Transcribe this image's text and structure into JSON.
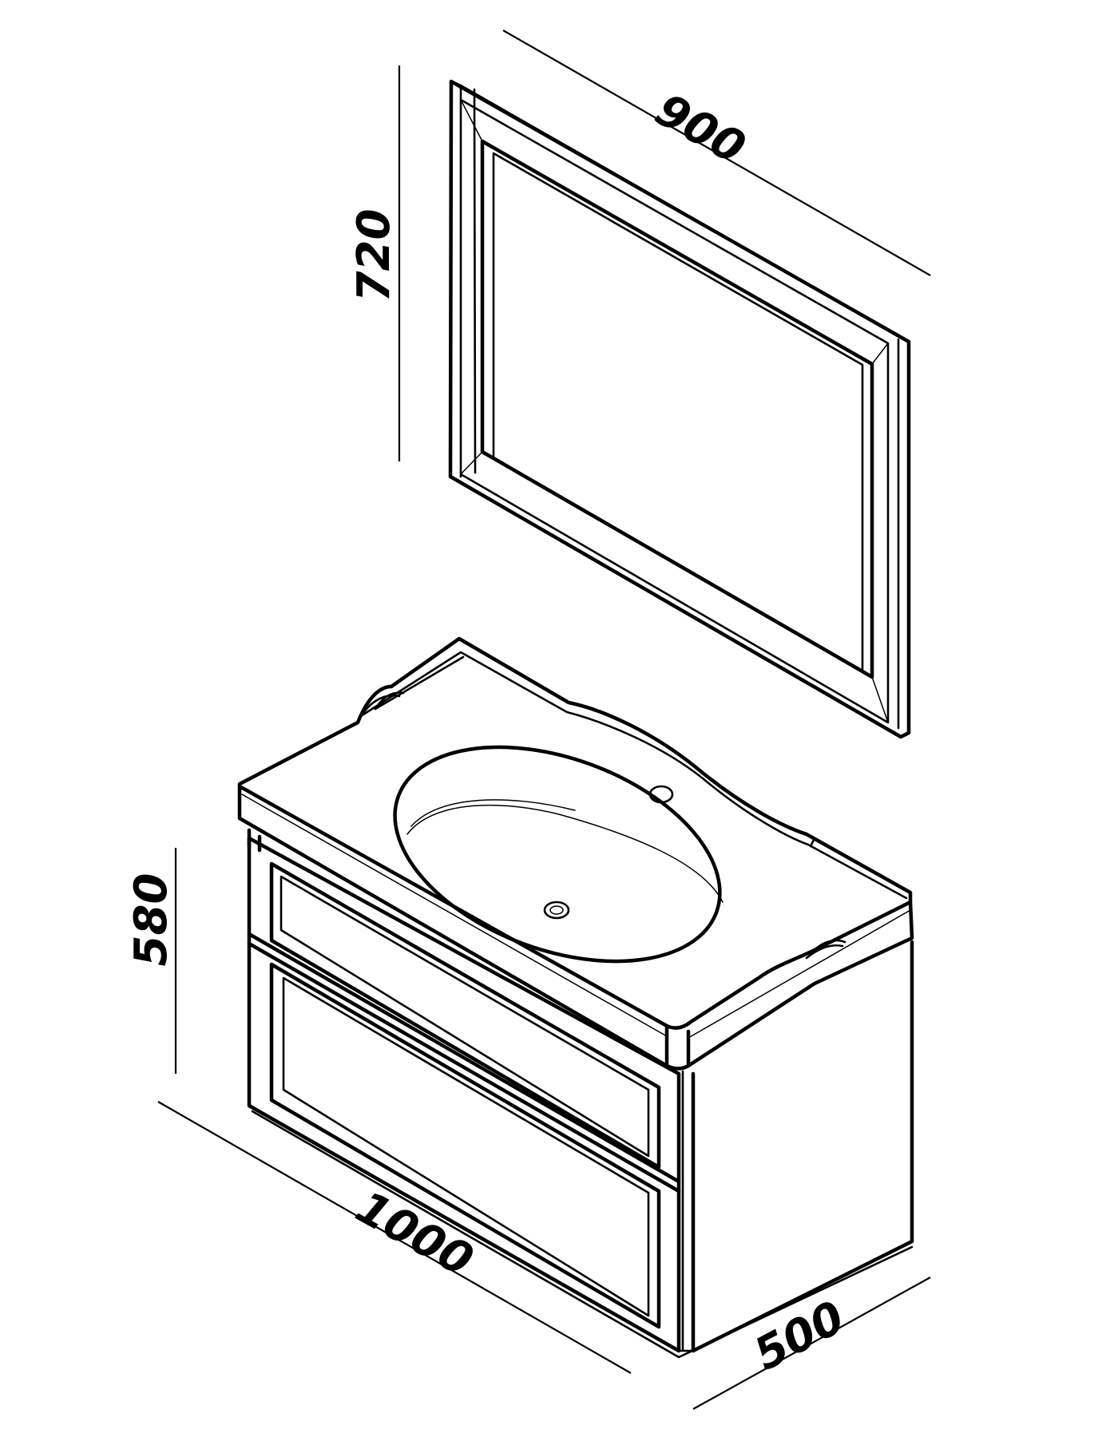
{
  "dimensions": {
    "mirror_width": "900",
    "mirror_height": "720",
    "cabinet_height": "580",
    "cabinet_width": "1000",
    "cabinet_depth": "500"
  }
}
